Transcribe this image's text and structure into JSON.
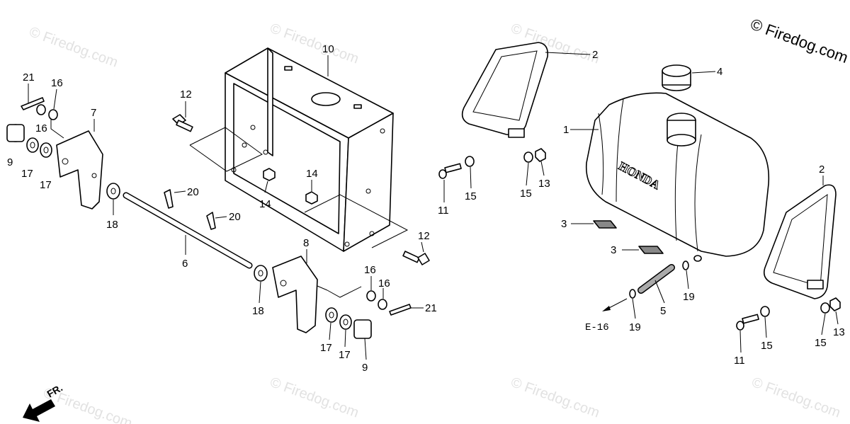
{
  "watermark": {
    "text": "© Firedog.com"
  },
  "reference_label": "E-16",
  "direction_label": "FR.",
  "callouts": {
    "c21a": "21",
    "c16a": "16",
    "c16b": "16",
    "c7": "7",
    "c9a": "9",
    "c17a": "17",
    "c17b": "17",
    "c18a": "18",
    "c20a": "20",
    "c20b": "20",
    "c6": "6",
    "c10": "10",
    "c12a": "12",
    "c14a": "14",
    "c14b": "14",
    "c12b": "12",
    "c8": "8",
    "c16c": "16",
    "c16d": "16",
    "c21b": "21",
    "c18b": "18",
    "c17c": "17",
    "c17d": "17",
    "c9b": "9",
    "c2a": "2",
    "c4": "4",
    "c1": "1",
    "c11a": "11",
    "c15a": "15",
    "c15b": "15",
    "c13a": "13",
    "c3a": "3",
    "c3b": "3",
    "c5": "5",
    "c19a": "19",
    "c19b": "19",
    "c2b": "2",
    "c11b": "11",
    "c15c": "15",
    "c15d": "15",
    "c13b": "13"
  }
}
